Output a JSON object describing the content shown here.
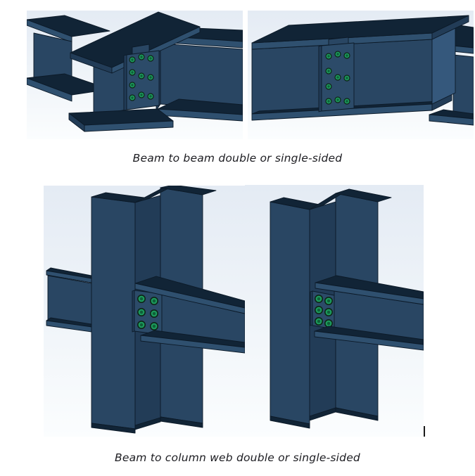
{
  "palette": {
    "bg_top": "#e4ebf4",
    "bg_bottom": "#fbfdfe",
    "edge": "#0c1a28",
    "steel_top": "#112436",
    "steel_front": "#2f506f",
    "steel_web": "#294663",
    "steel_dark": "#223c57",
    "steel_light": "#35587c",
    "plate": "#2c4b69",
    "bolt_ring": "#0e2417",
    "bolt_bright": "#1c9b5d",
    "bolt_dark": "#0f5f38",
    "caption": "#1c1c21",
    "page_bg": "#ffffff",
    "cursor": "#1a1a1a"
  },
  "figures": [
    {
      "caption": "Beam to beam double or single-sided",
      "images": [
        {
          "name": "beam-to-beam-double-sided",
          "bolt_count": 10
        },
        {
          "name": "beam-to-beam-single-sided",
          "bolt_count": 10
        }
      ]
    },
    {
      "caption": "Beam to column web double or single-sided",
      "images": [
        {
          "name": "beam-to-column-web-double-sided",
          "bolt_count": 6
        },
        {
          "name": "beam-to-column-web-single-sided",
          "bolt_count": 6
        }
      ]
    }
  ],
  "cursor": {
    "visible": true
  }
}
